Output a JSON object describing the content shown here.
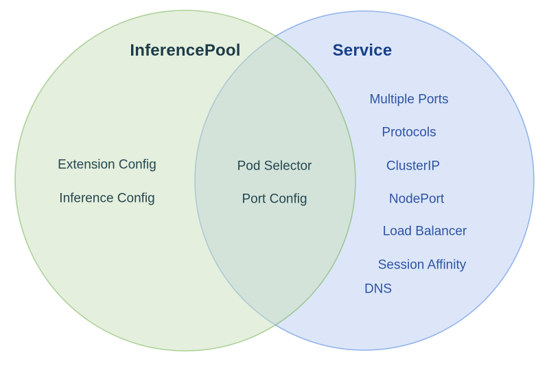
{
  "venn": {
    "left": {
      "title": "InferencePool",
      "items": [
        "Extension Config",
        "Inference Config"
      ]
    },
    "overlap": {
      "items": [
        "Pod Selector",
        "Port Config"
      ]
    },
    "right": {
      "title": "Service",
      "items": [
        "Multiple Ports",
        "Protocols",
        "ClusterIP",
        "NodePort",
        "Load Balancer",
        "Session Affinity",
        "DNS"
      ]
    },
    "colors": {
      "left_fill_observed": "#e4efdd",
      "left_stroke_observed": "#a8ce92",
      "right_fill_observed": "#dce6f8",
      "right_stroke_observed": "#92b4ec",
      "overlap_fill_observed": "#d3e3da",
      "left_title_text": "#1d3b49",
      "left_item_text": "#26474f",
      "right_title_text": "#183f8a",
      "right_item_text": "#2f54a3"
    }
  }
}
